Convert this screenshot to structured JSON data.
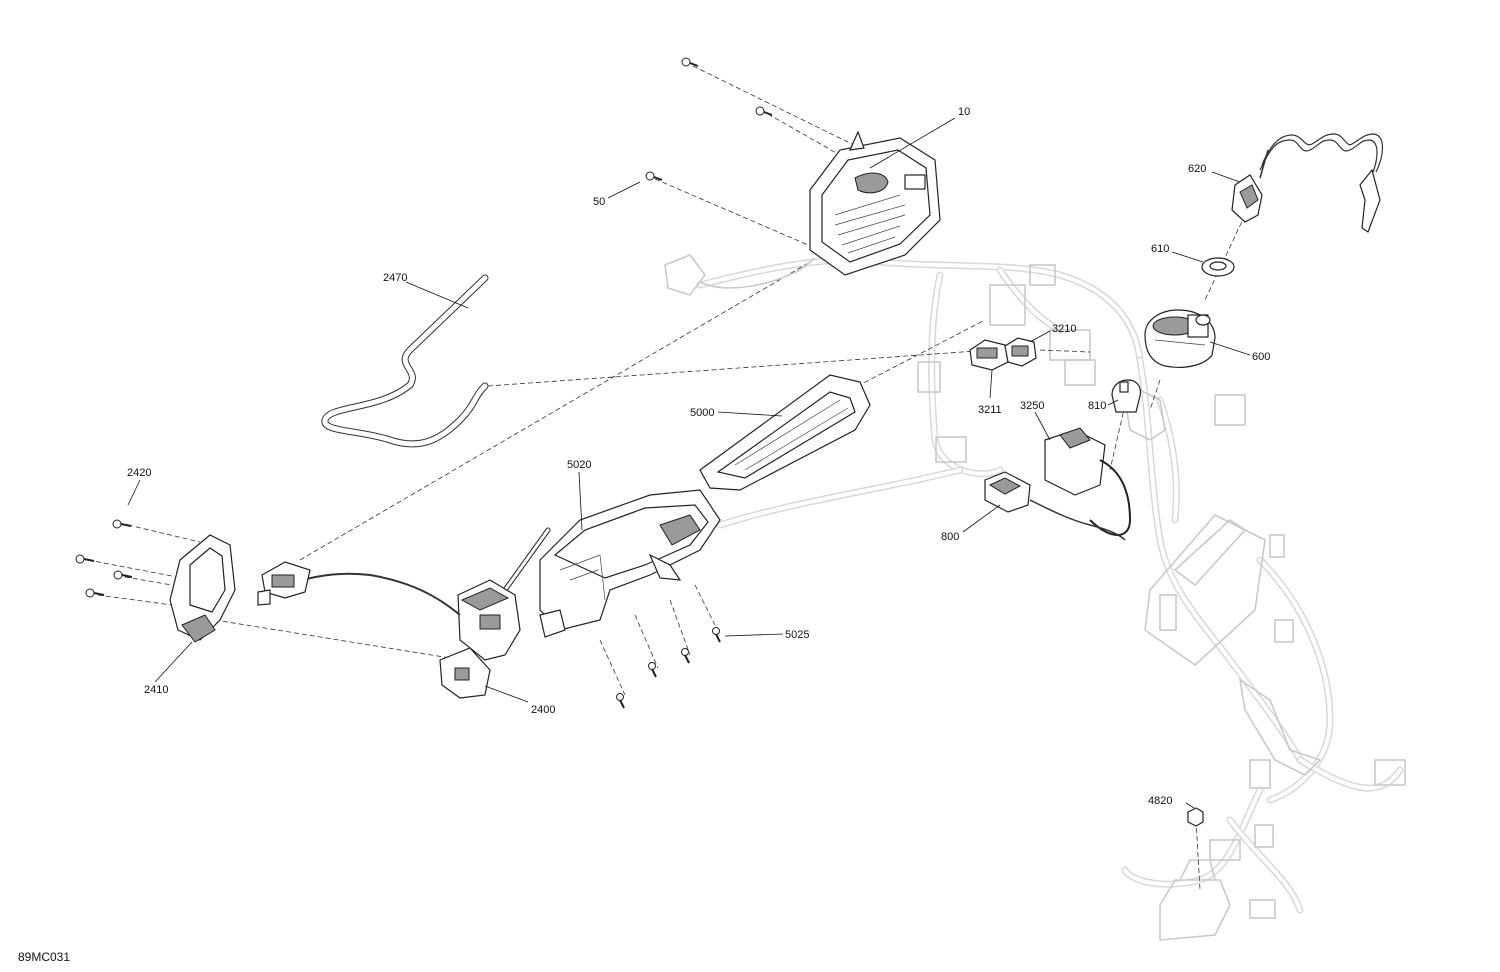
{
  "diagram": {
    "drawing_code": "89MC031",
    "callouts": [
      {
        "id": "c10",
        "text": "10"
      },
      {
        "id": "c50",
        "text": "50"
      },
      {
        "id": "c620",
        "text": "620"
      },
      {
        "id": "c610",
        "text": "610"
      },
      {
        "id": "c600",
        "text": "600"
      },
      {
        "id": "c2470",
        "text": "2470"
      },
      {
        "id": "c3210",
        "text": "3210"
      },
      {
        "id": "c3211",
        "text": "3211"
      },
      {
        "id": "c3250",
        "text": "3250"
      },
      {
        "id": "c810",
        "text": "810"
      },
      {
        "id": "c5000",
        "text": "5000"
      },
      {
        "id": "c5020",
        "text": "5020"
      },
      {
        "id": "c800",
        "text": "800"
      },
      {
        "id": "c2420",
        "text": "2420"
      },
      {
        "id": "c2410",
        "text": "2410"
      },
      {
        "id": "c2400",
        "text": "2400"
      },
      {
        "id": "c5025",
        "text": "5025"
      },
      {
        "id": "c4820",
        "text": "4820"
      }
    ]
  }
}
